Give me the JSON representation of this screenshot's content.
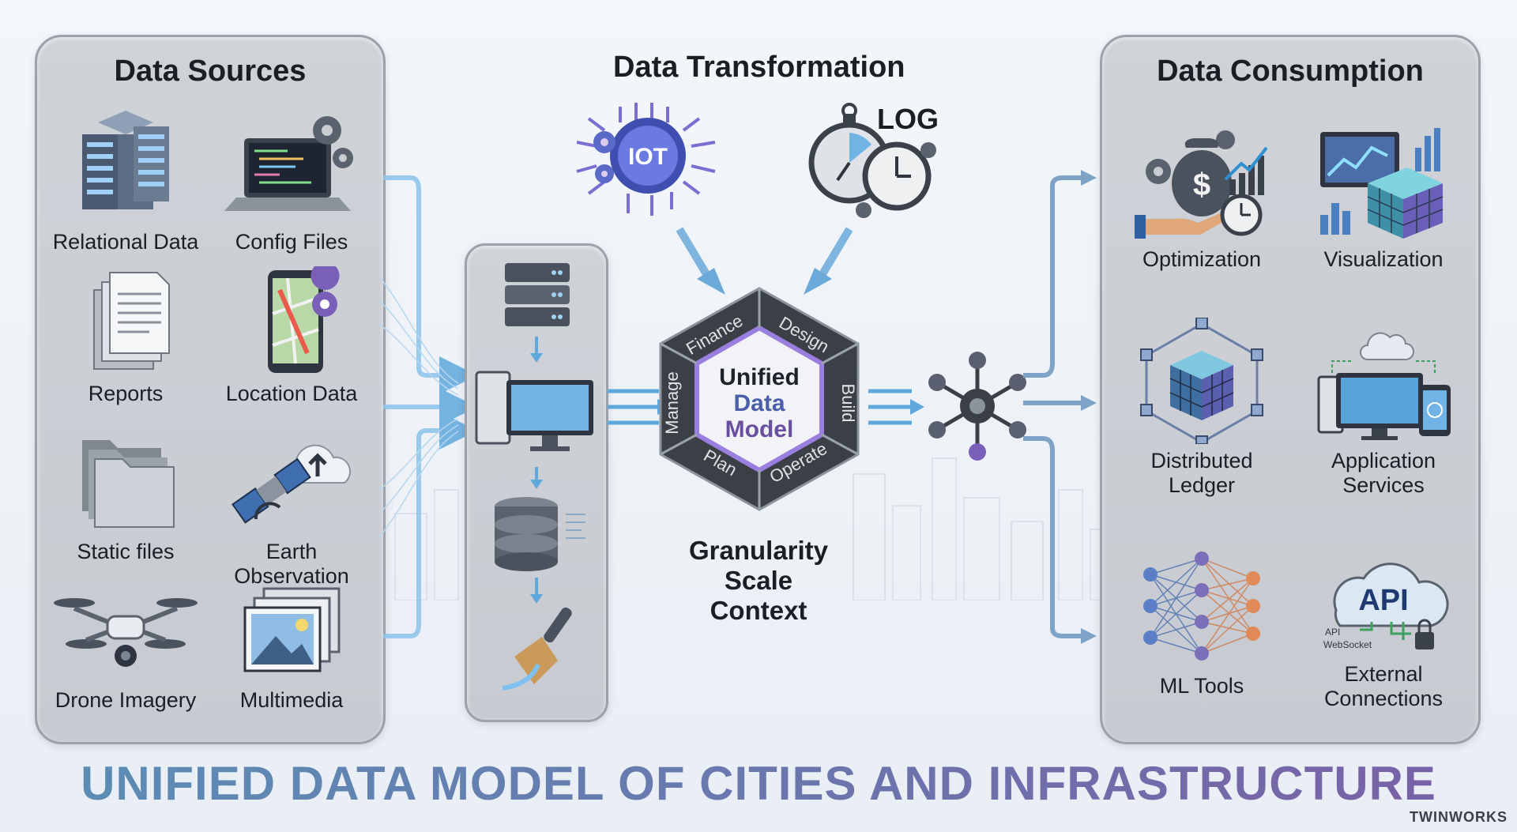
{
  "sources": {
    "title": "Data Sources",
    "items": [
      "Relational Data",
      "Config Files",
      "Reports",
      "Location Data",
      "Static files",
      "Earth Observation",
      "Drone Imagery",
      "Multimedia"
    ]
  },
  "transformation": {
    "title": "Data Transformation",
    "iot_label": "IOT",
    "log_label": "LOG",
    "hex": {
      "center_line1": "Unified",
      "center_line2": "Data",
      "center_line3": "Model",
      "segments": [
        "Finance",
        "Design",
        "Build",
        "Operate",
        "Plan",
        "Manage"
      ]
    },
    "properties": [
      "Granularity",
      "Scale",
      "Context"
    ]
  },
  "consumption": {
    "title": "Data Consumption",
    "items": [
      {
        "line1": "Optimization",
        "line2": ""
      },
      {
        "line1": "Visualization",
        "line2": ""
      },
      {
        "line1": "Distributed",
        "line2": "Ledger"
      },
      {
        "line1": "Application",
        "line2": "Services"
      },
      {
        "line1": "ML Tools",
        "line2": ""
      },
      {
        "line1": "External",
        "line2": "Connections"
      }
    ],
    "api": {
      "big": "API",
      "small1": "API",
      "small2": "WebSocket"
    }
  },
  "banner": "UNIFIED DATA MODEL OF CITIES AND INFRASTRUCTURE",
  "brand": "TWINWORKS",
  "colors": {
    "panel": "#c9ccd1",
    "arrow_blue": "#5fa8dc",
    "hex_dark": "#3b4047",
    "banner_start": "#5a8fb5",
    "banner_end": "#7a5fa6"
  }
}
